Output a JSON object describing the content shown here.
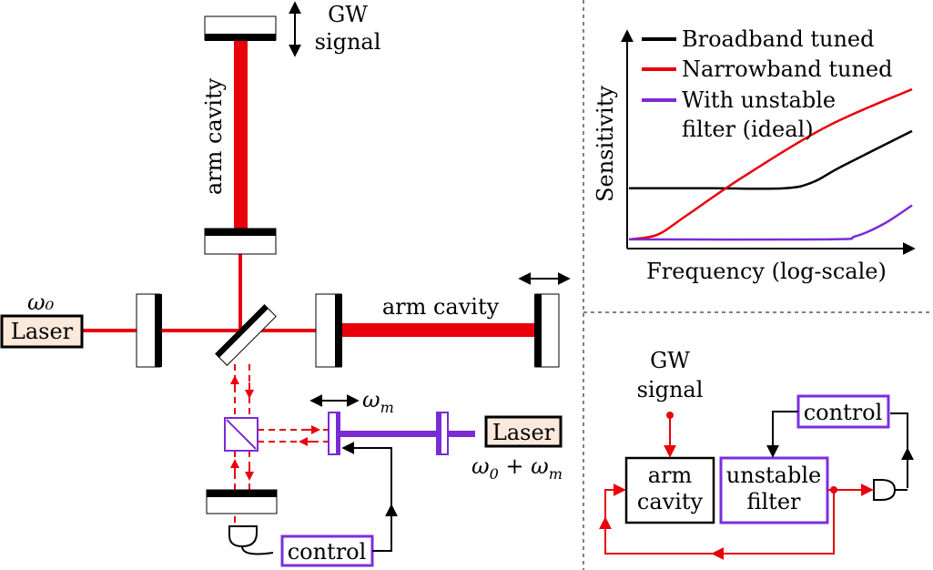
{
  "colors": {
    "laser_red": "#e8000b",
    "filter_purple": "#7a2bd6",
    "box_purple": "#7b2fe0",
    "laser_fill": "#fbe9dc",
    "black": "#000000"
  },
  "left": {
    "laser_label": "Laser",
    "laser_freq": "ω₀",
    "arm_vertical_label": "arm cavity",
    "arm_horizontal_label": "arm cavity",
    "gw_signal_line1": "GW",
    "gw_signal_line2": "signal",
    "omega_m_label": "ωm",
    "laser2_label": "Laser",
    "laser2_freq": "ω₀ + ωm",
    "control_label": "control"
  },
  "chart": {
    "ylabel": "Sensitivity",
    "xlabel": "Frequency (log-scale)",
    "legend": [
      {
        "name": "Broadband tuned",
        "color": "#000000"
      },
      {
        "name": "Narrowband tuned",
        "color": "#e8000b"
      },
      {
        "name": "With unstable",
        "name2": "filter (ideal)",
        "color": "#7a2bd6"
      }
    ]
  },
  "chart_data": {
    "type": "line",
    "title": "",
    "xlabel": "Frequency (log-scale)",
    "ylabel": "Sensitivity",
    "series": [
      {
        "name": "Broadband tuned",
        "x": [
          0,
          0.3,
          0.55,
          0.65,
          0.75,
          1.0
        ],
        "y": [
          0.36,
          0.36,
          0.36,
          0.4,
          0.5,
          0.73
        ]
      },
      {
        "name": "Narrowband tuned",
        "x": [
          0,
          0.1,
          0.2,
          0.4,
          0.7,
          1.0
        ],
        "y": [
          0.03,
          0.06,
          0.18,
          0.43,
          0.76,
          1.0
        ]
      },
      {
        "name": "With unstable filter (ideal)",
        "x": [
          0,
          0.7,
          0.8,
          0.9,
          1.0
        ],
        "y": [
          0.03,
          0.03,
          0.05,
          0.13,
          0.25
        ]
      }
    ]
  },
  "block": {
    "gw_line1": "GW",
    "gw_line2": "signal",
    "arm_line1": "arm",
    "arm_line2": "cavity",
    "filter_line1": "unstable",
    "filter_line2": "filter",
    "control_label": "control"
  }
}
